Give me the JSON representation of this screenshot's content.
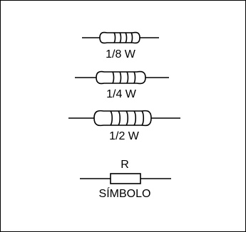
{
  "resistors": [
    {
      "label": "1/8 W"
    },
    {
      "label": "1/4 W"
    },
    {
      "label": "1/2 W"
    }
  ],
  "symbol": {
    "letter": "R",
    "caption": "SÍMBOLO"
  }
}
